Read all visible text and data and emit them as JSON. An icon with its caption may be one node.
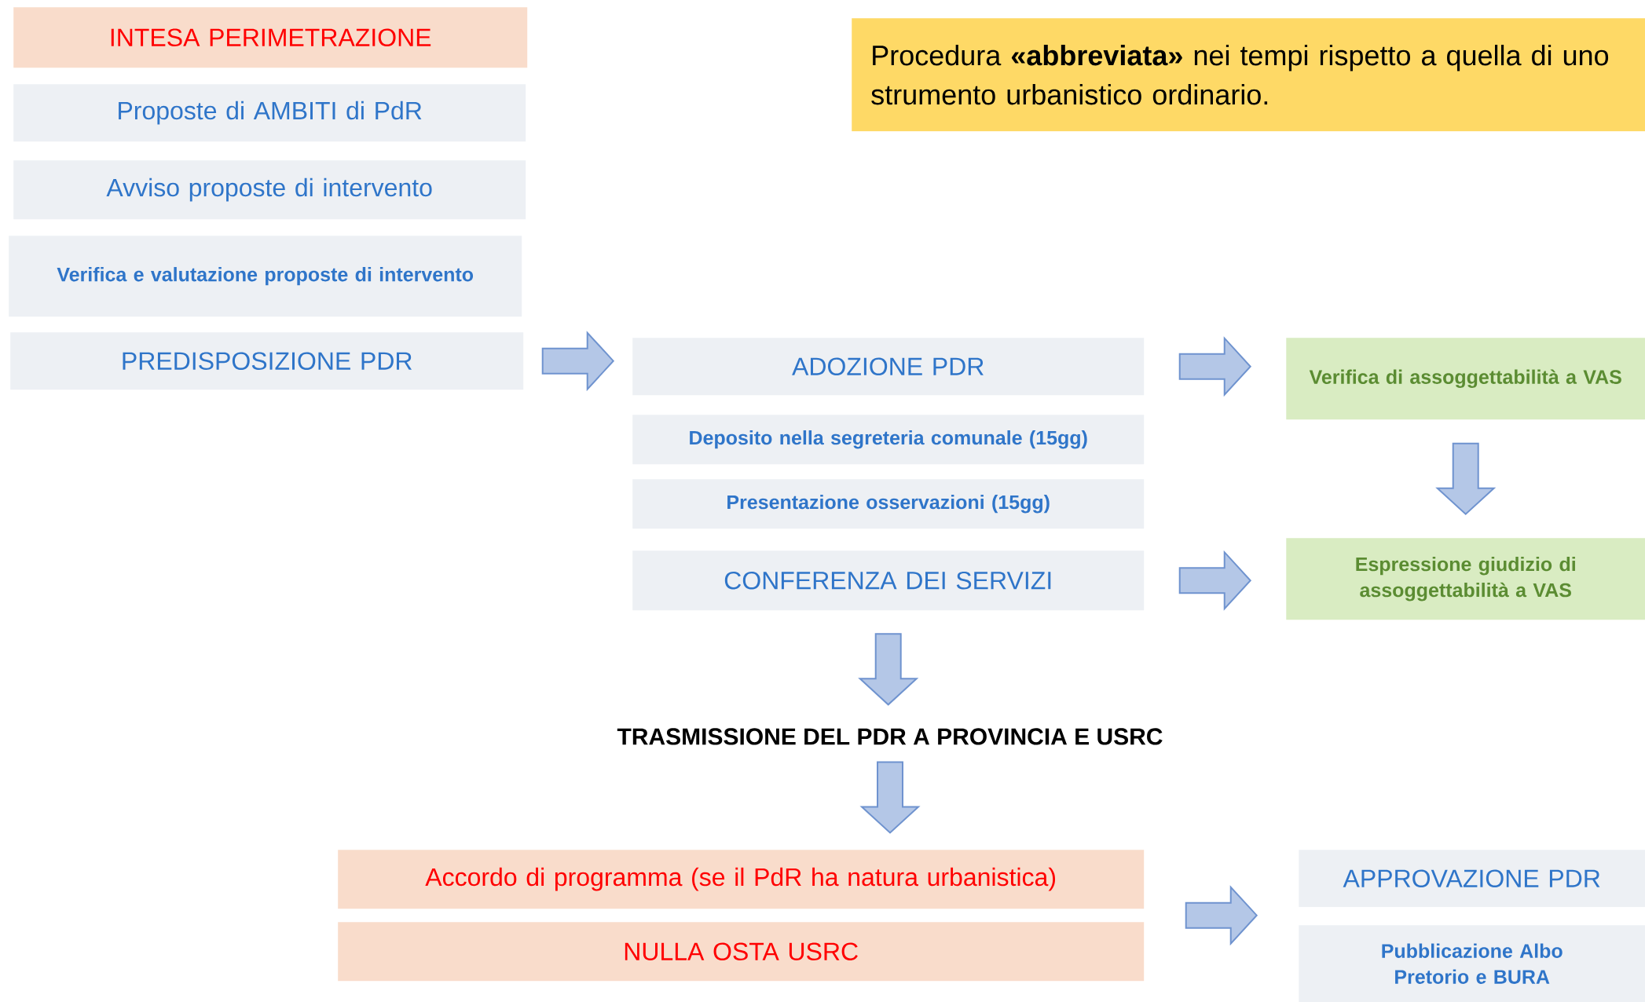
{
  "diagram": {
    "nodes": [
      {
        "text": [
          "INTESA PERIMETRAZIONE"
        ]
      },
      {
        "text": [
          "Procedura **«abbreviata»** nei tempi rispetto a quella di uno strumento urbanistico ordinario."
        ]
      },
      {
        "text": [
          "Proposte di AMBITI di PdR"
        ]
      },
      {
        "text": [
          "Avviso proposte di intervento"
        ]
      },
      {
        "text": [
          "Verifica e valutazione proposte di intervento"
        ]
      },
      {
        "text": [
          "PREDISPOSIZIONE PDR"
        ]
      },
      {
        "text": [
          "ADOZIONE PDR"
        ]
      },
      {
        "text": [
          "Deposito nella segreteria comunale (15gg)"
        ]
      },
      {
        "text": [
          "Presentazione osservazioni (15gg)"
        ]
      },
      {
        "text": [
          "CONFERENZA DEI SERVIZI"
        ]
      },
      {
        "text": [
          "Verifica di assoggettabilità a VAS"
        ]
      },
      {
        "text": [
          "Espressione giudizio di assoggettabilità a VAS"
        ]
      },
      {
        "text": [
          "TRASMISSIONE DEL PDR A PROVINCIA E USRC"
        ]
      },
      {
        "text": [
          "Accordo di programma (se il PdR ha natura urbanistica)"
        ]
      },
      {
        "text": [
          "NULLA OSTA USRC"
        ]
      },
      {
        "text": [
          "APPROVAZIONE PDR"
        ]
      },
      {
        "text": [
          "Pubblicazione Albo Pretorio e BURA"
        ]
      }
    ],
    "edges": [
      {
        "from": 5,
        "to": 6,
        "arrow": "to"
      },
      {
        "from": 6,
        "to": 10,
        "arrow": "to"
      },
      {
        "from": 10,
        "to": 11,
        "arrow": "to"
      },
      {
        "from": 9,
        "to": 11,
        "arrow": "to"
      },
      {
        "from": 9,
        "to": 12,
        "arrow": "to"
      },
      {
        "from": 12,
        "to": 13,
        "arrow": "to"
      },
      {
        "from": 13,
        "to": 15,
        "arrow": "to"
      },
      {
        "from": 14,
        "to": 15,
        "arrow": "to"
      }
    ]
  }
}
